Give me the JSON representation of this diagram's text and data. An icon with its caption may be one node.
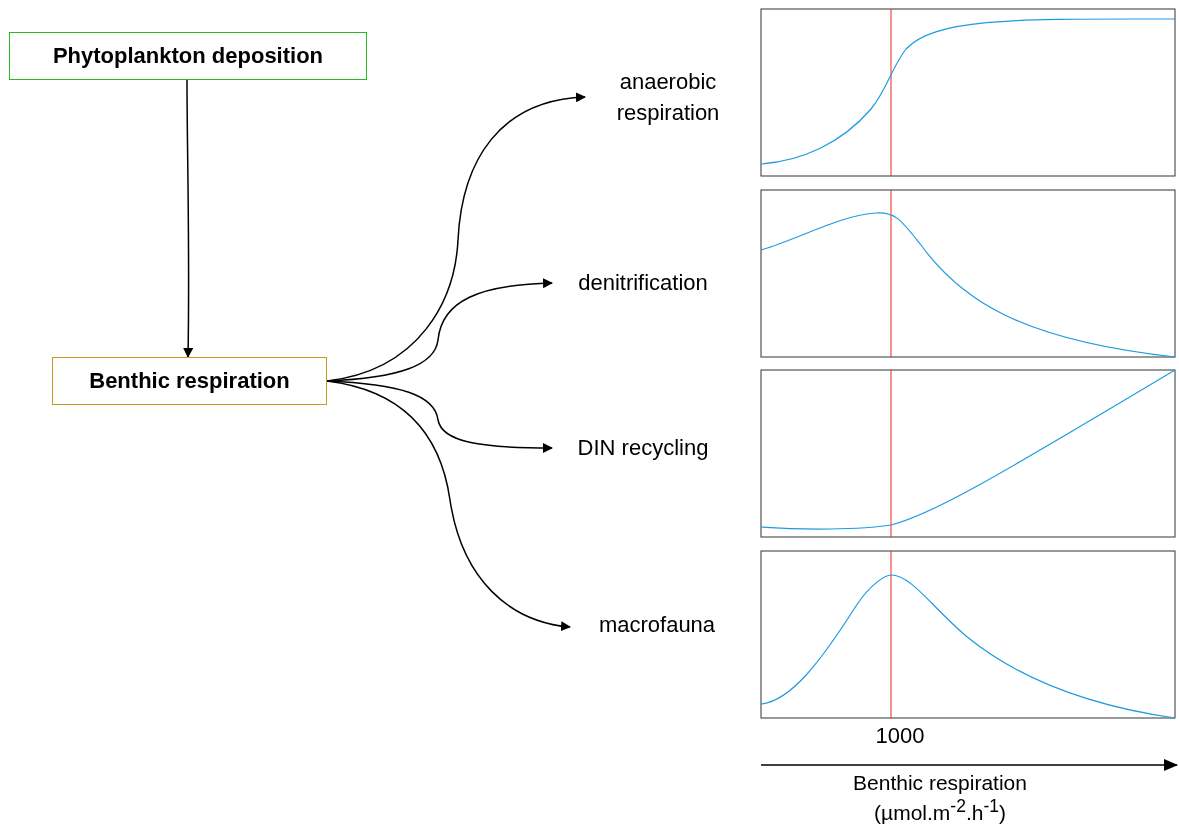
{
  "diagram": {
    "nodes": [
      {
        "text": [
          "Phytoplankton deposition"
        ]
      },
      {
        "text": [
          "Benthic respiration"
        ]
      },
      {
        "text": [
          "anaerobic respiration"
        ]
      },
      {
        "text": [
          "denitrification"
        ]
      },
      {
        "text": [
          "DIN recycling"
        ]
      },
      {
        "text": [
          "macrofauna"
        ]
      }
    ],
    "edges": [
      {
        "from": 0,
        "to": 1,
        "arrow": "to"
      },
      {
        "from": 1,
        "to": 2,
        "arrow": "to"
      },
      {
        "from": 1,
        "to": 3,
        "arrow": "to"
      },
      {
        "from": 1,
        "to": 4,
        "arrow": "to"
      },
      {
        "from": 1,
        "to": 5,
        "arrow": "to"
      }
    ],
    "labels": [
      "1000",
      "Benthic respiration (µmol.m$^{-2}$.h$^{-1}$)"
    ]
  }
}
